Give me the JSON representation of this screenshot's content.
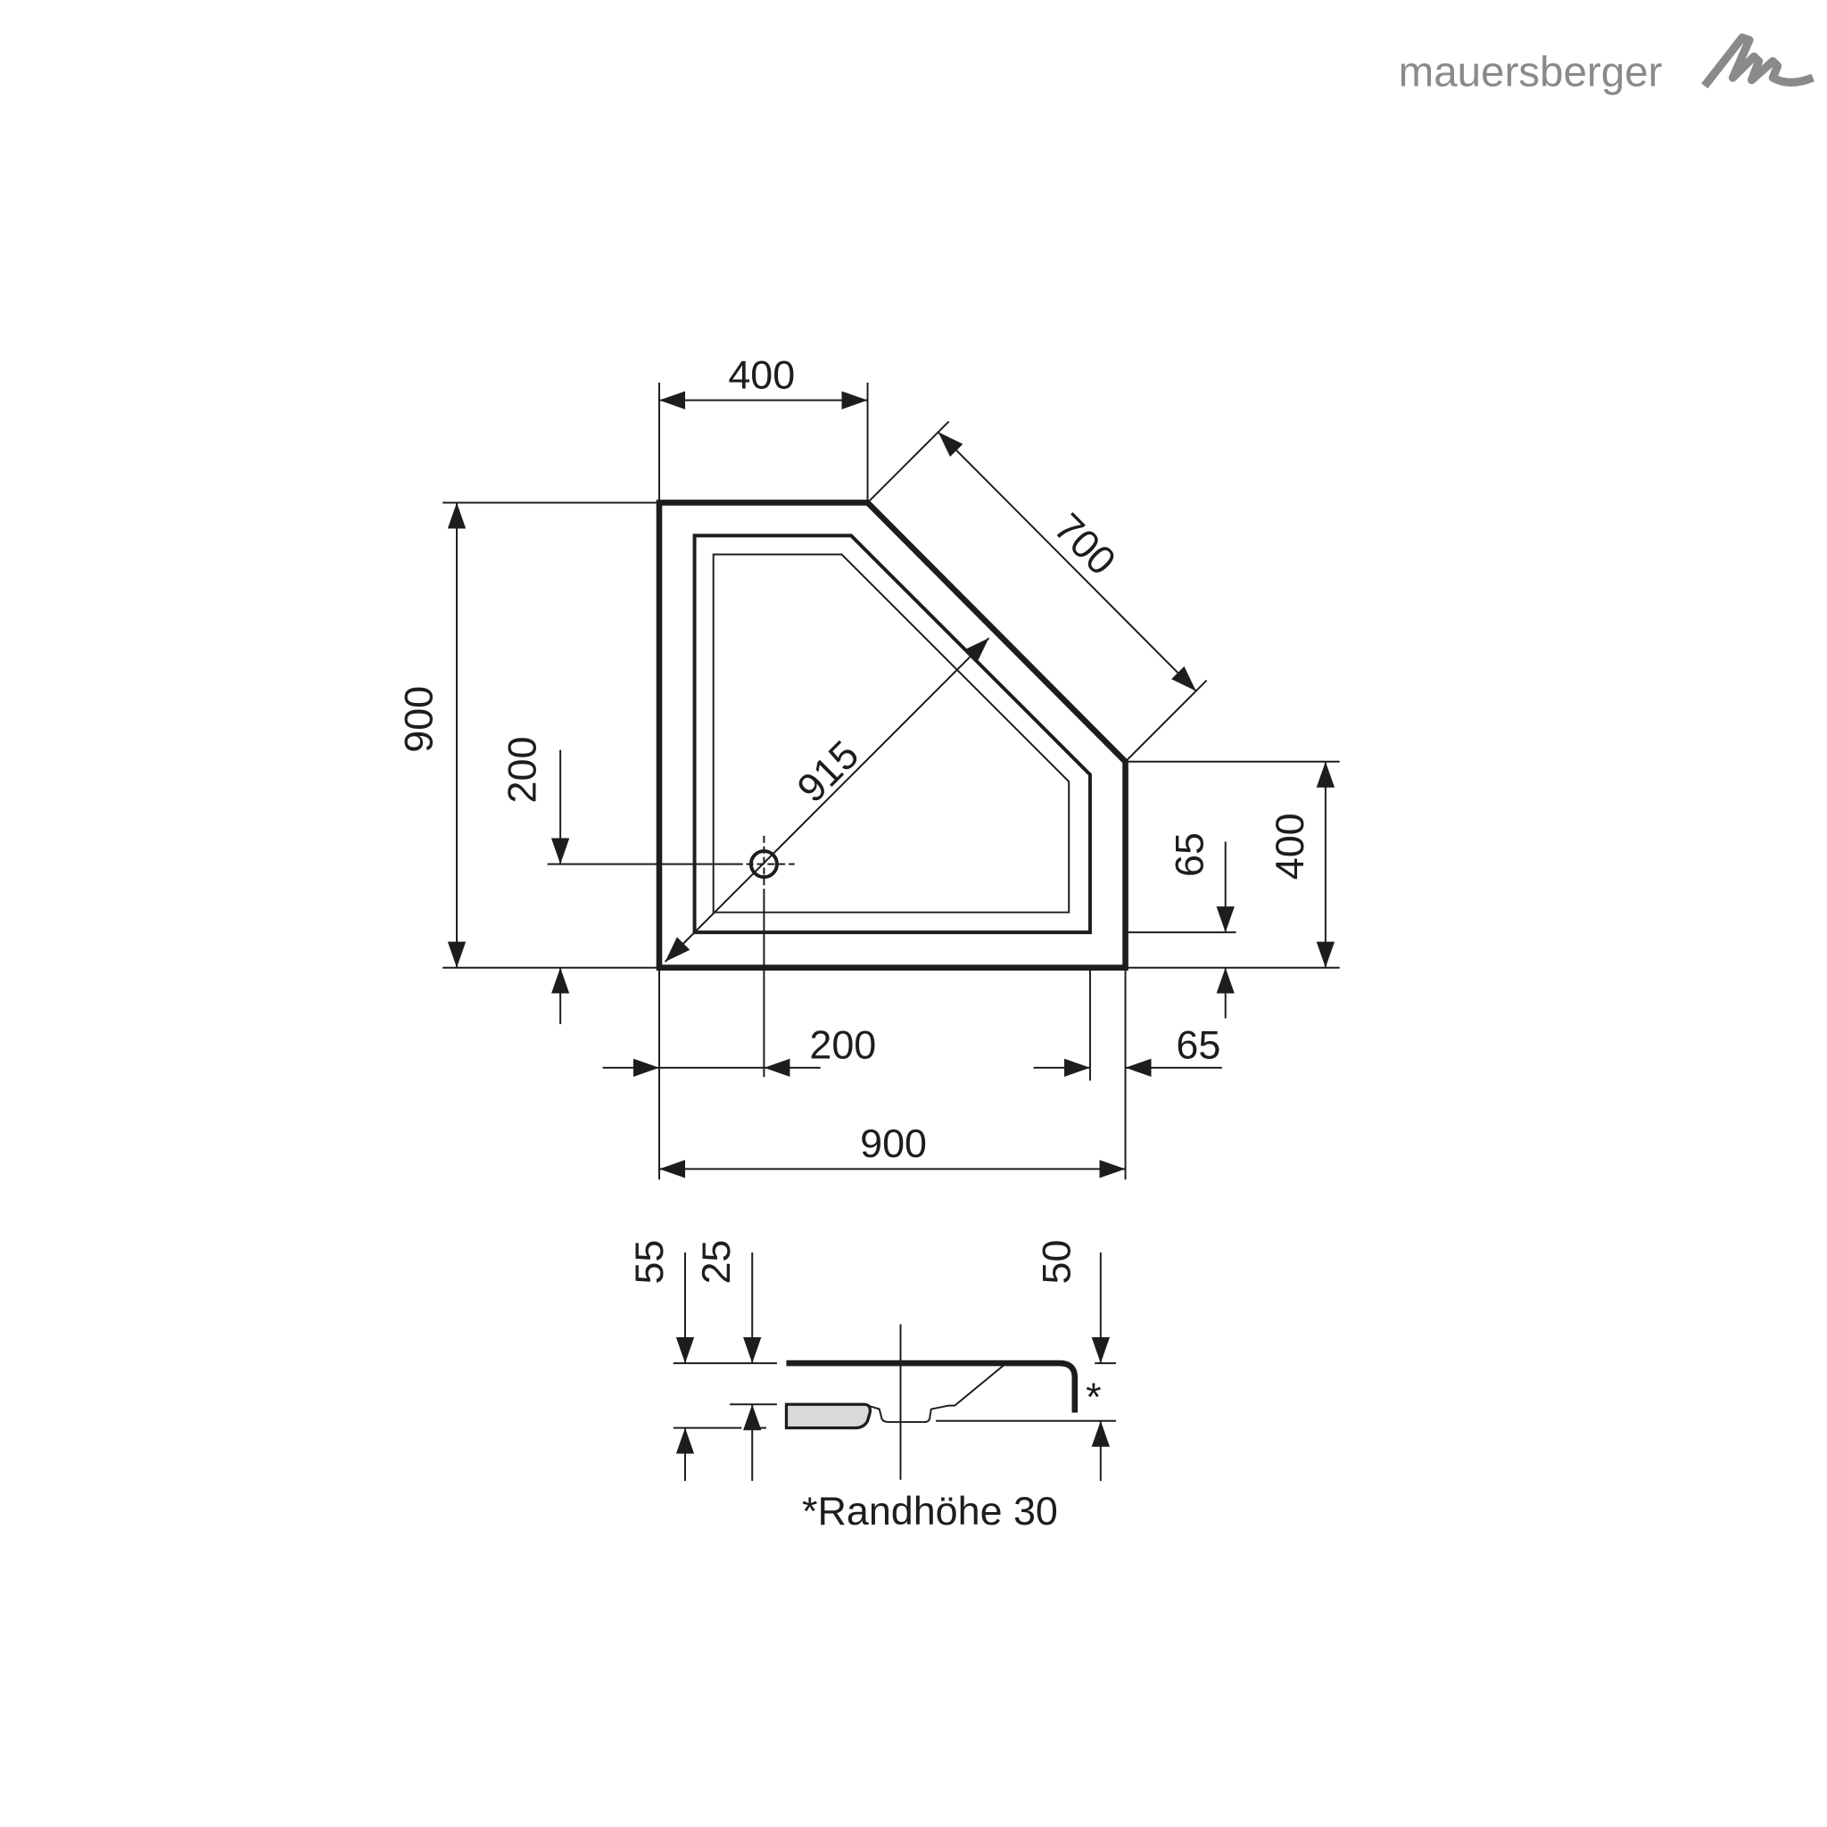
{
  "logo": {
    "text": "mauersberger",
    "color": "#8a8a8a"
  },
  "plan": {
    "top_width": "400",
    "diagonal_edge": "700",
    "total_height": "900",
    "drain_y": "200",
    "diagonal_length": "915",
    "rim_right": "65",
    "right_height": "400",
    "drain_x": "200",
    "rim_bottom": "65",
    "total_width": "900"
  },
  "section": {
    "height_total": "55",
    "height_inner": "25",
    "height_right": "50",
    "asterisk": "*",
    "footnote": "*Randhöhe 30"
  },
  "colors": {
    "line": "#1d1d1b",
    "section_fill": "#d9d9d9"
  }
}
